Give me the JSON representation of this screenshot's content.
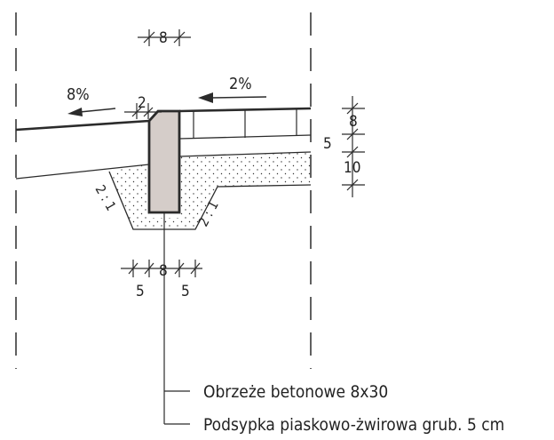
{
  "dimensions": {
    "top_width": "8",
    "curb_step": "2",
    "bottom_left_offset": "5",
    "bottom_width": "8",
    "bottom_right_offset": "5",
    "paver_thickness": "8",
    "bedding_thickness": "5",
    "base_thickness": "10"
  },
  "slopes": {
    "left": "8%",
    "right": "2%",
    "bank_left": "2 : 1",
    "bank_right": "2 : 1"
  },
  "legend": {
    "item1": "Obrzeże betonowe 8x30",
    "item2": "Podsypka piaskowo-żwirowa grub. 5 cm"
  },
  "colors": {
    "curb_fill": "#d5cdc9",
    "line": "#2b2b2b"
  }
}
